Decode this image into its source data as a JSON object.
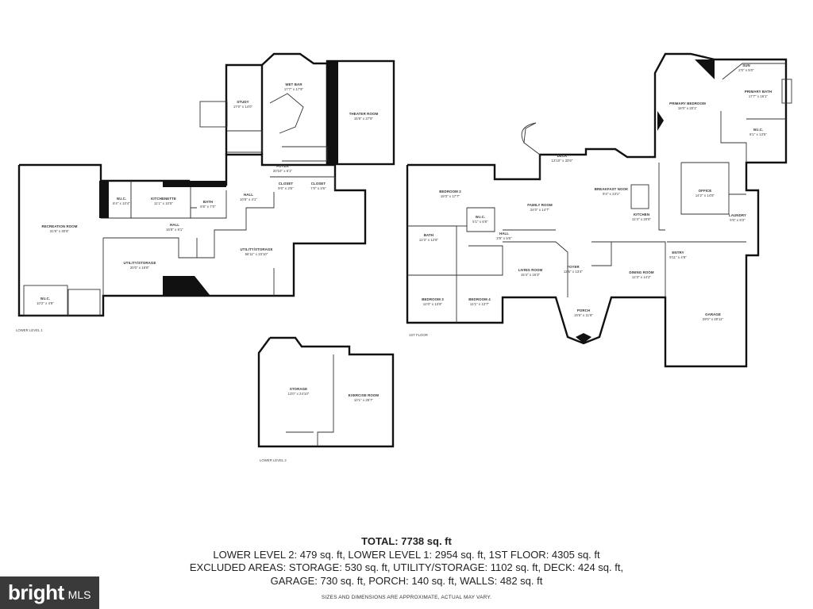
{
  "floors": {
    "lower_level_1": {
      "label": "LOWER LEVEL 1",
      "rooms": {
        "rec_room": "RECREATION ROOM",
        "rec_room_dim": "31'6\" x 30'6\"",
        "wic": "W.I.C.",
        "wic_dim": "6'4\" x 10'4\"",
        "kitchenette": "KITCHENETTE",
        "kitchenette_dim": "11'1\" x 10'5\"",
        "bath": "BATH",
        "bath_dim": "8'6\" x 7'0\"",
        "hall1": "HALL",
        "hall1_dim": "16'8\" x 6'1\"",
        "hall2": "HALL",
        "hall2_dim": "10'6\" x 4'1\"",
        "utility_storage": "UTILITY/STORAGE",
        "utility_storage_dim": "20'0\" x 15'8\"",
        "utility_storage2": "UTILITY/STORAGE",
        "utility_storage2_dim": "56'11\" x 23'10\"",
        "wic2": "W.I.C.",
        "wic2_dim": "10'2\" x 4'9\"",
        "study": "STUDY",
        "study_dim": "17'0\" x 14'0\"",
        "wet_bar": "WET BAR",
        "wet_bar_dim": "17'7\" x 17'9\"",
        "theater": "THEATER ROOM",
        "theater_dim": "15'8\" x 27'6\"",
        "foyer": "FOYER",
        "foyer_dim": "20'10\" x 6'1\"",
        "closet1": "CLOSET",
        "closet1_dim": "9'0\" x 3'6\"",
        "closet2": "CLOSET",
        "closet2_dim": "7'0\" x 3'6\""
      }
    },
    "lower_level_2": {
      "label": "LOWER LEVEL 2",
      "rooms": {
        "storage": "STORAGE",
        "storage_dim": "13'0\" x 24'10\"",
        "exercise": "EXERCISE ROOM",
        "exercise_dim": "10'1\" x 25'7\""
      }
    },
    "first_floor": {
      "label": "1ST FLOOR",
      "rooms": {
        "bedroom2": "BEDROOM 2",
        "bedroom2_dim": "19'3\" x 17'7\"",
        "wic_b2": "W.I.C.",
        "wic_b2_dim": "5'1\" x 6'8\"",
        "bath_b2": "BATH",
        "bath_b2_dim": "12'3\" x 12'8\"",
        "bedroom3": "BEDROOM 3",
        "bedroom3_dim": "12'0\" x 13'8\"",
        "bedroom4": "BEDROOM 4",
        "bedroom4_dim": "12'1\" x 13'7\"",
        "deck": "DECK",
        "deck_dim": "12'10\" x 32'6\"",
        "family": "FAMILY ROOM",
        "family_dim": "24'0\" x 14'7\"",
        "breakfast": "BREAKFAST NOOK",
        "breakfast_dim": "9'4\" x 23'1\"",
        "kitchen": "KITCHEN",
        "kitchen_dim": "12'4\" x 20'6\"",
        "hall_ff": "HALL",
        "hall_ff_dim": "3'8\" x 5'6\"",
        "living": "LIVING ROOM",
        "living_dim": "15'4\" x 15'3\"",
        "foyer_ff": "FOYER",
        "foyer_ff_dim": "12'5\" x 13'4\"",
        "porch": "PORCH",
        "porch_dim": "15'5\" x 11'8\"",
        "dining": "DINING ROOM",
        "dining_dim": "12'3\" x 14'2\"",
        "primary_bedroom": "PRIMARY BEDROOM",
        "primary_bedroom_dim": "18'0\" x 20'1\"",
        "primary_bath": "PRIMARY BATH",
        "primary_bath_dim": "17'7\" x 16'1\"",
        "sun": "SUN",
        "sun_dim": "2'0\" x 5'0\"",
        "wic_pb": "W.I.C.",
        "wic_pb_dim": "6'1\" x 13'5\"",
        "office": "OFFICE",
        "office_dim": "14'2\" x 14'8\"",
        "laundry": "LAUNDRY",
        "laundry_dim": "9'0\" x 8'3\"",
        "entry": "ENTRY",
        "entry_dim": "9'11\" x 4'8\"",
        "garage": "GARAGE",
        "garage_dim": "29'0\" x 30'11\""
      }
    }
  },
  "summary": {
    "total": "TOTAL: 7738 sq. ft",
    "line1": "LOWER LEVEL 2: 479 sq. ft, LOWER LEVEL 1: 2954 sq. ft, 1ST FLOOR: 4305 sq. ft",
    "line2": "EXCLUDED AREAS: STORAGE: 530 sq. ft, UTILITY/STORAGE: 1102 sq. ft, DECK: 424 sq. ft,",
    "line3": "GARAGE: 730 sq. ft, PORCH: 140 sq. ft, WALLS: 482 sq. ft",
    "disclaimer": "SIZES AND DIMENSIONS ARE APPROXIMATE, ACTUAL MAY VARY."
  },
  "logo": {
    "brand": "bright",
    "suffix": "MLS"
  }
}
